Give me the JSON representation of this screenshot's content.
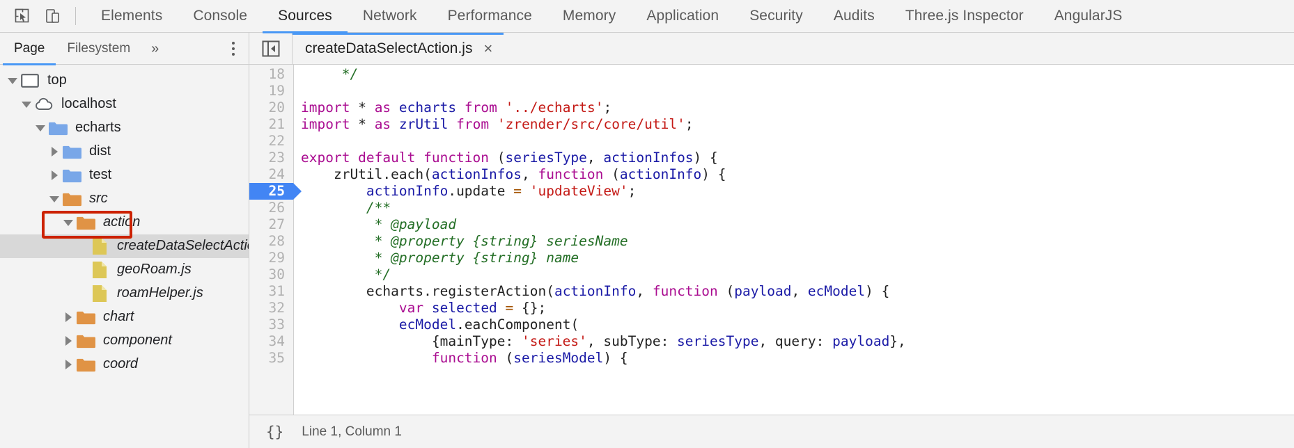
{
  "toolbar": {
    "inspect_icon": "inspect-cursor-icon",
    "device_icon": "device-toggle-icon",
    "panels": [
      {
        "label": "Elements",
        "active": false
      },
      {
        "label": "Console",
        "active": false
      },
      {
        "label": "Sources",
        "active": true
      },
      {
        "label": "Network",
        "active": false
      },
      {
        "label": "Performance",
        "active": false
      },
      {
        "label": "Memory",
        "active": false
      },
      {
        "label": "Application",
        "active": false
      },
      {
        "label": "Security",
        "active": false
      },
      {
        "label": "Audits",
        "active": false
      },
      {
        "label": "Three.js Inspector",
        "active": false
      },
      {
        "label": "AngularJS",
        "active": false
      }
    ]
  },
  "navigator": {
    "tabs": [
      {
        "label": "Page",
        "active": true
      },
      {
        "label": "Filesystem",
        "active": false
      }
    ],
    "more_label": "»",
    "kebab_name": "navigator-more-options",
    "tree": [
      {
        "label": "top",
        "depth": 0,
        "twisty": "down",
        "icon": "frame-icon",
        "selected": false,
        "italic": false
      },
      {
        "label": "localhost",
        "depth": 1,
        "twisty": "down",
        "icon": "cloud-icon",
        "selected": false,
        "italic": false
      },
      {
        "label": "echarts",
        "depth": 2,
        "twisty": "down",
        "icon": "folder-blue-icon",
        "selected": false,
        "italic": false
      },
      {
        "label": "dist",
        "depth": 3,
        "twisty": "right",
        "icon": "folder-blue-icon",
        "selected": false,
        "italic": false
      },
      {
        "label": "test",
        "depth": 3,
        "twisty": "right",
        "icon": "folder-blue-icon",
        "selected": false,
        "italic": false
      },
      {
        "label": "src",
        "depth": 3,
        "twisty": "down",
        "icon": "folder-orange-icon",
        "selected": false,
        "italic": true
      },
      {
        "label": "action",
        "depth": 4,
        "twisty": "down",
        "icon": "folder-orange-icon",
        "selected": false,
        "italic": true
      },
      {
        "label": "createDataSelectAction.js",
        "depth": 5,
        "twisty": "none",
        "icon": "file-js-icon",
        "selected": true,
        "italic": true
      },
      {
        "label": "geoRoam.js",
        "depth": 5,
        "twisty": "none",
        "icon": "file-js-icon",
        "selected": false,
        "italic": true
      },
      {
        "label": "roamHelper.js",
        "depth": 5,
        "twisty": "none",
        "icon": "file-js-icon",
        "selected": false,
        "italic": true
      },
      {
        "label": "chart",
        "depth": 4,
        "twisty": "right",
        "icon": "folder-orange-icon",
        "selected": false,
        "italic": true
      },
      {
        "label": "component",
        "depth": 4,
        "twisty": "right",
        "icon": "folder-orange-icon",
        "selected": false,
        "italic": true
      },
      {
        "label": "coord",
        "depth": 4,
        "twisty": "right",
        "icon": "folder-orange-icon",
        "selected": false,
        "italic": true
      }
    ],
    "highlight": {
      "target": "src",
      "color": "#cc2200"
    }
  },
  "editor": {
    "sidebar_toggle_name": "show-navigator-icon",
    "tab": {
      "title": "createDataSelectAction.js",
      "close_label": "×",
      "active": true
    },
    "current_line": 25,
    "lines": [
      {
        "no": 18,
        "tokens": [
          {
            "t": "     ",
            "c": "plain"
          },
          {
            "t": "*/",
            "c": "com"
          }
        ]
      },
      {
        "no": 19,
        "tokens": []
      },
      {
        "no": 20,
        "tokens": [
          {
            "t": "import",
            "c": "kw"
          },
          {
            "t": " * ",
            "c": "plain"
          },
          {
            "t": "as",
            "c": "kw"
          },
          {
            "t": " ",
            "c": "plain"
          },
          {
            "t": "echarts",
            "c": "var"
          },
          {
            "t": " ",
            "c": "plain"
          },
          {
            "t": "from",
            "c": "kw"
          },
          {
            "t": " ",
            "c": "plain"
          },
          {
            "t": "'../echarts'",
            "c": "str"
          },
          {
            "t": ";",
            "c": "plain"
          }
        ]
      },
      {
        "no": 21,
        "tokens": [
          {
            "t": "import",
            "c": "kw"
          },
          {
            "t": " * ",
            "c": "plain"
          },
          {
            "t": "as",
            "c": "kw"
          },
          {
            "t": " ",
            "c": "plain"
          },
          {
            "t": "zrUtil",
            "c": "var"
          },
          {
            "t": " ",
            "c": "plain"
          },
          {
            "t": "from",
            "c": "kw"
          },
          {
            "t": " ",
            "c": "plain"
          },
          {
            "t": "'zrender/src/core/util'",
            "c": "str"
          },
          {
            "t": ";",
            "c": "plain"
          }
        ]
      },
      {
        "no": 22,
        "tokens": []
      },
      {
        "no": 23,
        "tokens": [
          {
            "t": "export default function",
            "c": "kw"
          },
          {
            "t": " (",
            "c": "plain"
          },
          {
            "t": "seriesType",
            "c": "var"
          },
          {
            "t": ", ",
            "c": "plain"
          },
          {
            "t": "actionInfos",
            "c": "var"
          },
          {
            "t": ") {",
            "c": "plain"
          }
        ]
      },
      {
        "no": 24,
        "tokens": [
          {
            "t": "    zrUtil",
            "c": "plain"
          },
          {
            "t": ".each(",
            "c": "plain"
          },
          {
            "t": "actionInfos",
            "c": "var"
          },
          {
            "t": ", ",
            "c": "plain"
          },
          {
            "t": "function",
            "c": "kw"
          },
          {
            "t": " (",
            "c": "plain"
          },
          {
            "t": "actionInfo",
            "c": "var"
          },
          {
            "t": ") {",
            "c": "plain"
          }
        ]
      },
      {
        "no": 25,
        "tokens": [
          {
            "t": "        ",
            "c": "plain"
          },
          {
            "t": "actionInfo",
            "c": "var"
          },
          {
            "t": ".update ",
            "c": "plain"
          },
          {
            "t": "=",
            "c": "op"
          },
          {
            "t": " ",
            "c": "plain"
          },
          {
            "t": "'updateView'",
            "c": "str"
          },
          {
            "t": ";",
            "c": "plain"
          }
        ]
      },
      {
        "no": 26,
        "tokens": [
          {
            "t": "        /**",
            "c": "com"
          }
        ]
      },
      {
        "no": 27,
        "tokens": [
          {
            "t": "         * @payload",
            "c": "com"
          }
        ]
      },
      {
        "no": 28,
        "tokens": [
          {
            "t": "         * @property {string} seriesName",
            "c": "com"
          }
        ]
      },
      {
        "no": 29,
        "tokens": [
          {
            "t": "         * @property {string} name",
            "c": "com"
          }
        ]
      },
      {
        "no": 30,
        "tokens": [
          {
            "t": "         */",
            "c": "com"
          }
        ]
      },
      {
        "no": 31,
        "tokens": [
          {
            "t": "        echarts.registerAction(",
            "c": "plain"
          },
          {
            "t": "actionInfo",
            "c": "var"
          },
          {
            "t": ", ",
            "c": "plain"
          },
          {
            "t": "function",
            "c": "kw"
          },
          {
            "t": " (",
            "c": "plain"
          },
          {
            "t": "payload",
            "c": "var"
          },
          {
            "t": ", ",
            "c": "plain"
          },
          {
            "t": "ecModel",
            "c": "var"
          },
          {
            "t": ") {",
            "c": "plain"
          }
        ]
      },
      {
        "no": 32,
        "tokens": [
          {
            "t": "            ",
            "c": "plain"
          },
          {
            "t": "var",
            "c": "kw"
          },
          {
            "t": " ",
            "c": "plain"
          },
          {
            "t": "selected",
            "c": "var"
          },
          {
            "t": " ",
            "c": "plain"
          },
          {
            "t": "=",
            "c": "op"
          },
          {
            "t": " {};",
            "c": "plain"
          }
        ]
      },
      {
        "no": 33,
        "tokens": [
          {
            "t": "            ",
            "c": "plain"
          },
          {
            "t": "ecModel",
            "c": "var"
          },
          {
            "t": ".eachComponent(",
            "c": "plain"
          }
        ]
      },
      {
        "no": 34,
        "tokens": [
          {
            "t": "                {mainType: ",
            "c": "plain"
          },
          {
            "t": "'series'",
            "c": "str"
          },
          {
            "t": ", subType: ",
            "c": "plain"
          },
          {
            "t": "seriesType",
            "c": "var"
          },
          {
            "t": ", query: ",
            "c": "plain"
          },
          {
            "t": "payload",
            "c": "var"
          },
          {
            "t": "},",
            "c": "plain"
          }
        ]
      },
      {
        "no": 35,
        "tokens": [
          {
            "t": "                ",
            "c": "plain"
          },
          {
            "t": "function",
            "c": "kw"
          },
          {
            "t": " (",
            "c": "plain"
          },
          {
            "t": "seriesModel",
            "c": "var"
          },
          {
            "t": ") {",
            "c": "plain"
          }
        ]
      }
    ]
  },
  "status_bar": {
    "pretty_print_label": "{}",
    "position": "Line 1, Column 1"
  },
  "colors": {
    "accent": "#4998f5",
    "highlight_box": "#cc2200",
    "breakpoint": "#4285f4",
    "folder_blue": "#79a7e8",
    "folder_orange": "#e09345",
    "file_yellow": "#ddc756",
    "selected_row": "#d8d8d8"
  }
}
